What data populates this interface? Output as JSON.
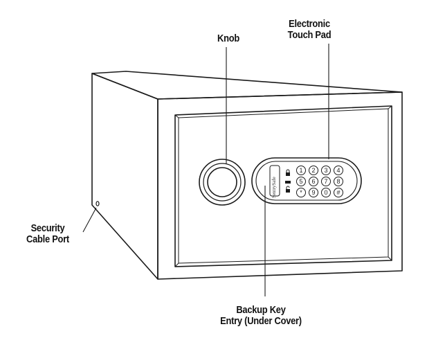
{
  "labels": {
    "knob": "Knob",
    "touch_pad": [
      "Electronic",
      "Touch Pad"
    ],
    "cable_port": [
      "Security",
      "Cable Port"
    ],
    "backup_key": [
      "Backup Key",
      "Entry (Under Cover)"
    ]
  },
  "brand_text": "SentrySafe",
  "keypad": {
    "keys": [
      "1",
      "2",
      "3",
      "4",
      "5",
      "6",
      "7",
      "8",
      "*",
      "9",
      "0",
      "#"
    ],
    "indicators": [
      "lock-closed-icon",
      "battery-icon",
      "lock-open-icon"
    ]
  },
  "colors": {
    "line": "#1a1a1a",
    "background": "#ffffff"
  }
}
